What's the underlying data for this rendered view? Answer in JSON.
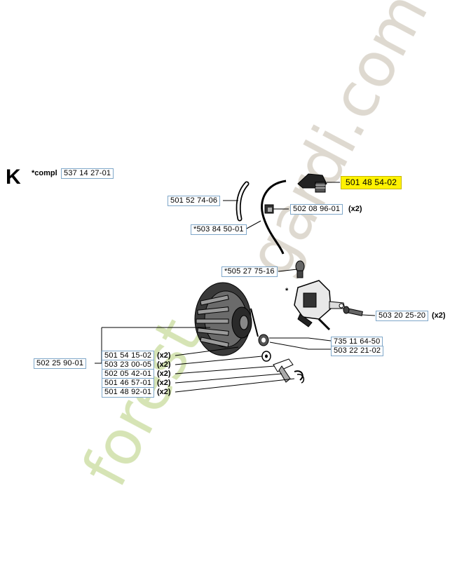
{
  "section": {
    "letter": "K",
    "compl_label": "*compl",
    "compl_part": "537 14 27-01"
  },
  "parts": {
    "p1": "501 48 54-02",
    "p2": "501 52 74-06",
    "p3": "502 08 96-01",
    "p4": "*503 84 50-01",
    "p5": "*505 27 75-16",
    "p6": "503 20 25-20",
    "p7": "735 11 64-50",
    "p8": "503 22 21-02",
    "p9": "502 25 90-01",
    "p10": "501 54 15-02",
    "p11": "503 23 00-05",
    "p12": "502 05 42-01",
    "p13": "501 46 57-01",
    "p14": "501 48 92-01"
  },
  "quantities": {
    "q3": "(x2)",
    "q6": "(x2)",
    "q10": "(x2)",
    "q11": "(x2)",
    "q12": "(x2)",
    "q13": "(x2)",
    "q14": "(x2)"
  },
  "annotation_star": "*",
  "watermark": {
    "text_a": "forest",
    "text_b": "gardi.com"
  },
  "colors": {
    "highlight": "#fff200",
    "label_border": "#7fa7c9",
    "watermark_green": "#c8dc9a",
    "watermark_orange": "#f3c99a",
    "watermark_gray": "#d7d0c4"
  }
}
